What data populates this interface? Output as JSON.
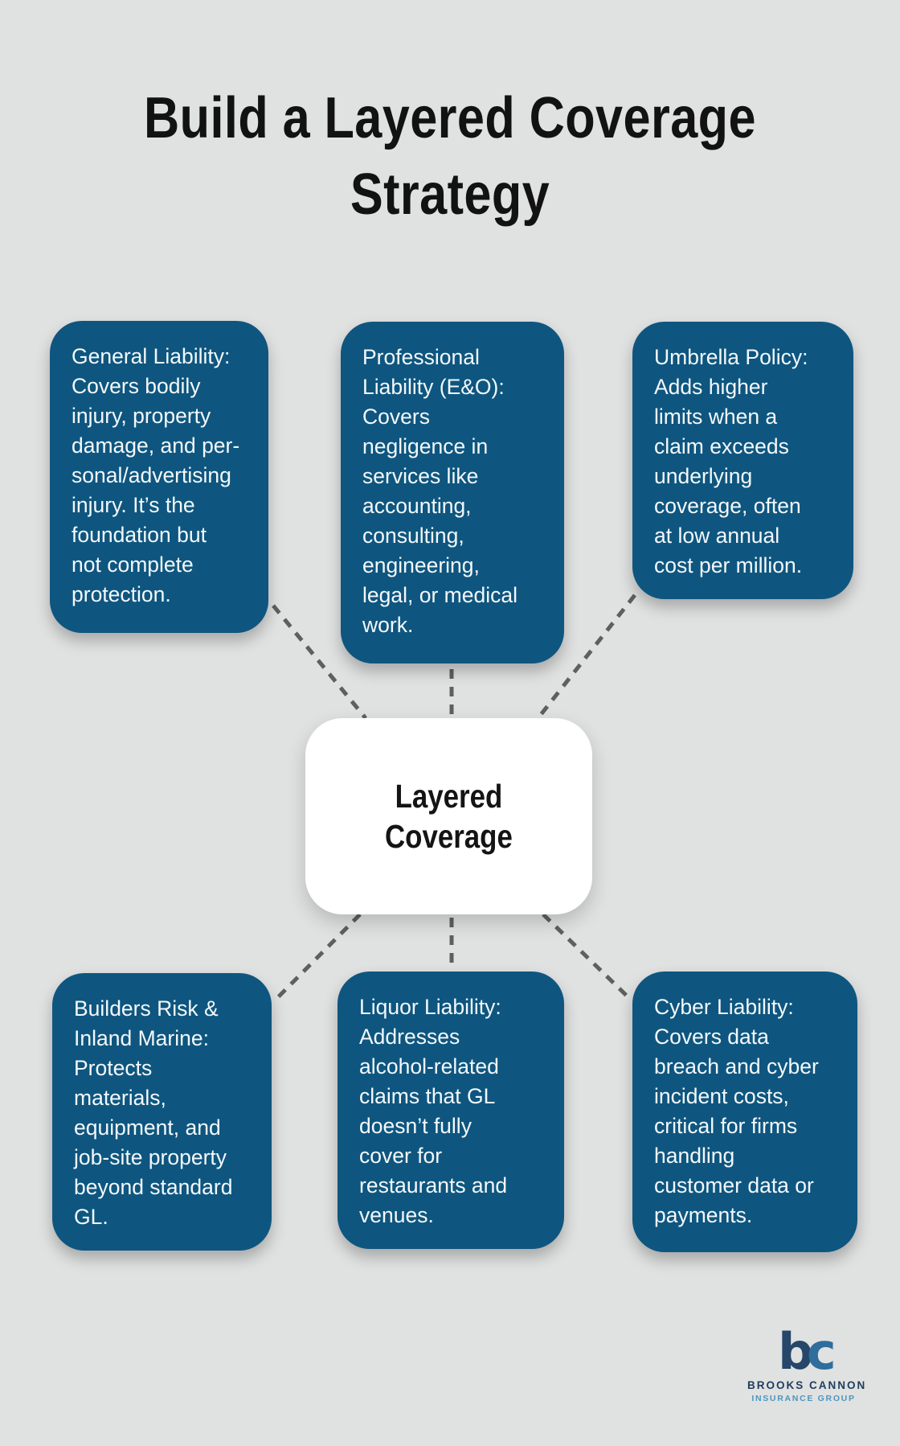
{
  "title": "Build a Layered Coverage\nStrategy",
  "center": {
    "label": "Layered\nCoverage"
  },
  "nodes": [
    {
      "id": "general-liability",
      "text": "General Liability:\nCovers bodily\ninjury, property\ndamage, and per-\nsonal/advertising\ninjury. It’s the\nfoundation but\nnot complete\nprotection."
    },
    {
      "id": "professional-liability",
      "text": "Professional\nLiability (E&O):\nCovers\nnegligence in\nservices like\naccounting,\nconsulting,\nengineering,\nlegal, or medical\nwork."
    },
    {
      "id": "umbrella-policy",
      "text": "Umbrella Policy:\nAdds higher\nlimits when a\nclaim exceeds\nunderlying\ncoverage, often\nat low annual\ncost per million."
    },
    {
      "id": "builders-risk-inland-marine",
      "text": "Builders Risk &\nInland Marine:\nProtects\nmaterials,\nequipment, and\njob-site property\nbeyond standard\nGL."
    },
    {
      "id": "liquor-liability",
      "text": "Liquor Liability:\nAddresses\nalcohol-related\nclaims that GL\ndoesn’t fully\ncover for\nrestaurants and\nvenues."
    },
    {
      "id": "cyber-liability",
      "text": "Cyber Liability:\nCovers data\nbreach and cyber\nincident costs,\ncritical for firms\nhandling\ncustomer data or\npayments."
    }
  ],
  "logo": {
    "mark_b": "b",
    "mark_c": "c",
    "name": "BROOKS CANNON",
    "tagline": "INSURANCE GROUP"
  },
  "colors": {
    "background": "#e0e1e1",
    "node_blue": "#0e567f",
    "node_text": "#f4f8fb",
    "title_text": "#121212",
    "dashed_line": "#5f5f5f",
    "center_box": "#ffffff",
    "logo_navy": "#26466a",
    "logo_steel_blue": "#2e6d9c",
    "logo_tagline_blue": "#4b97be"
  }
}
